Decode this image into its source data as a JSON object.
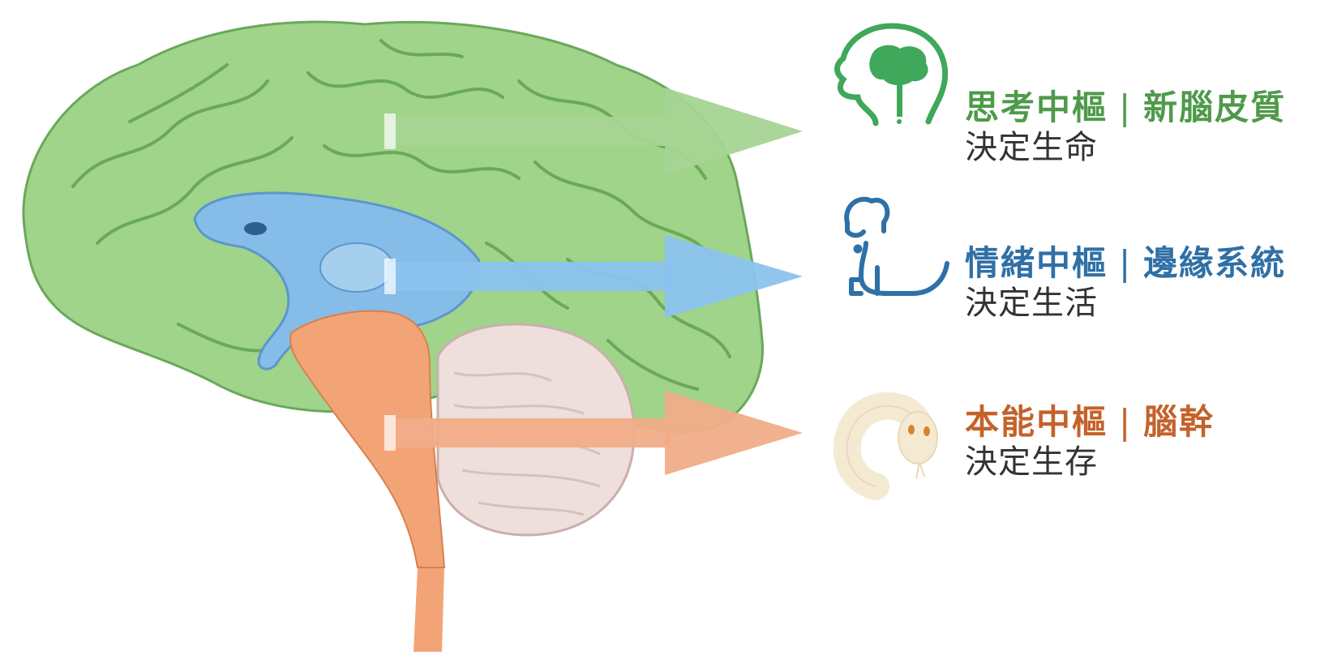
{
  "colors": {
    "cortex": "#9fd48a",
    "cortex_dark": "#6aa85a",
    "limbic": "#86bce8",
    "limbic_dark": "#5b97cc",
    "brainstem": "#f3a476",
    "brainstem_dark": "#d88050",
    "cerebellum": "#efdfdc",
    "label_green": "#4f9a4a",
    "label_blue": "#2f70a6",
    "label_orange": "#c4622a",
    "label_dark": "#333333"
  },
  "rows": [
    {
      "icon": "head-tree-icon",
      "center": "思考中樞",
      "separator": "|",
      "region": "新腦皮質",
      "subtitle": "決定生命",
      "color": "#4f9a4a"
    },
    {
      "icon": "dog-icon",
      "center": "情緒中樞",
      "separator": "|",
      "region": "邊緣系統",
      "subtitle": "決定生活",
      "color": "#2f70a6"
    },
    {
      "icon": "snake-icon",
      "center": "本能中樞",
      "separator": "|",
      "region": "腦幹",
      "subtitle": "決定生存",
      "color": "#c4622a"
    }
  ]
}
